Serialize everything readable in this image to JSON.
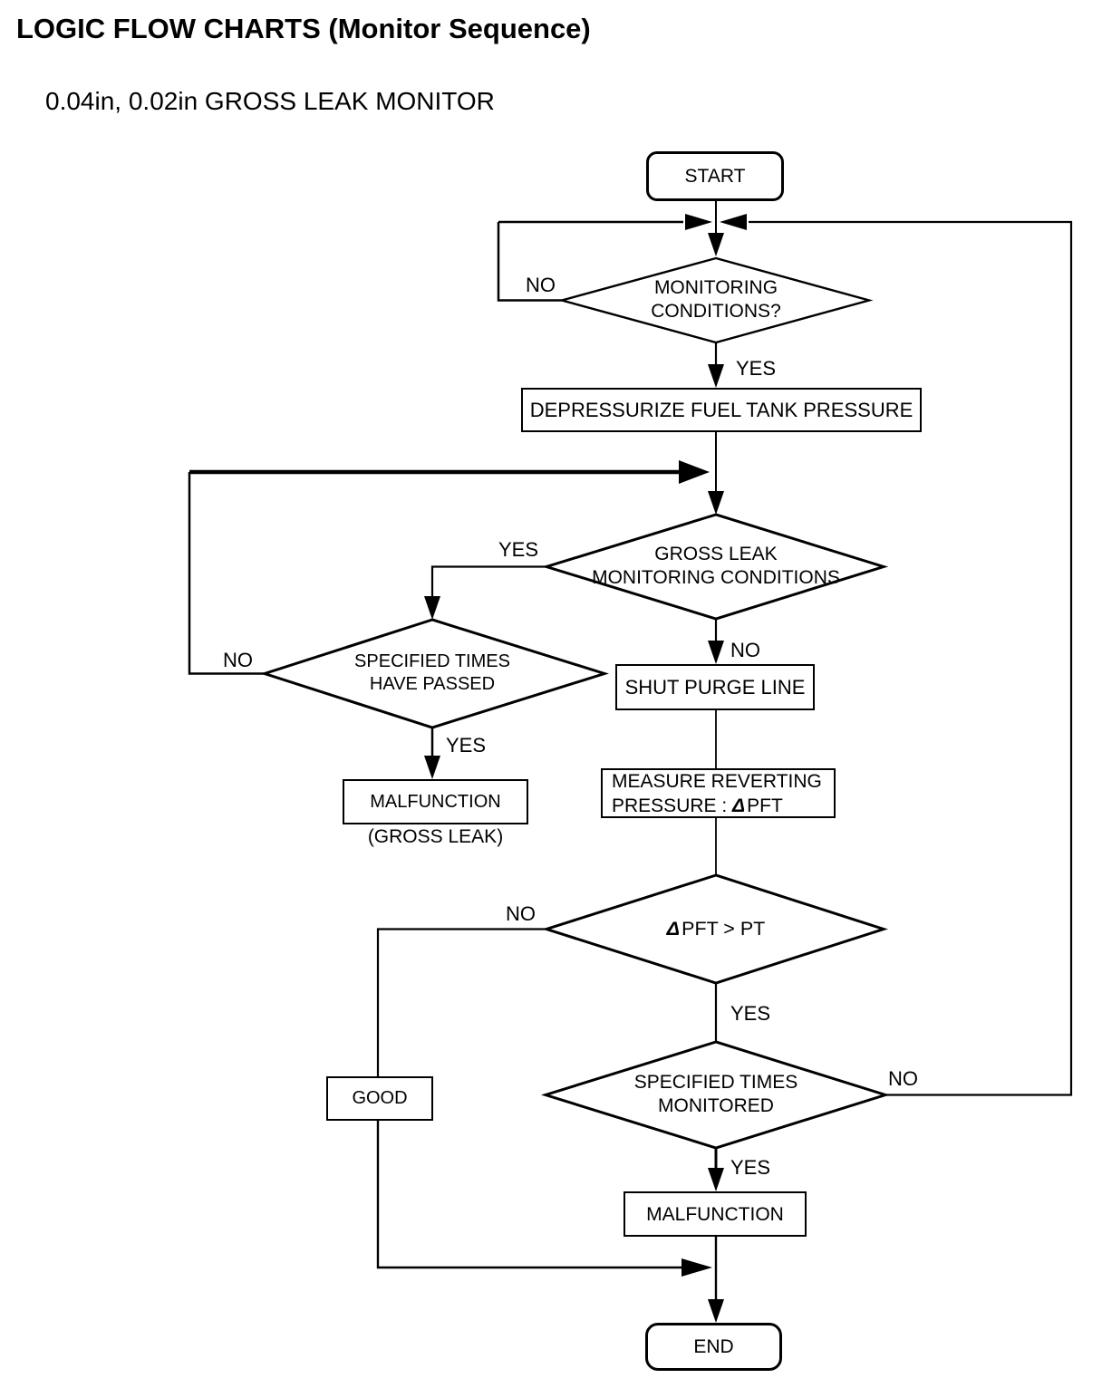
{
  "header": {
    "title": "LOGIC FLOW CHARTS (Monitor Sequence)",
    "subtitle": "0.04in, 0.02in GROSS LEAK MONITOR"
  },
  "nodes": {
    "start": "START",
    "monitoring_conditions": {
      "line1": "MONITORING",
      "line2": "CONDITIONS?"
    },
    "depressurize": "DEPRESSURIZE FUEL TANK PRESSURE",
    "gross_leak_conditions": {
      "line1": "GROSS LEAK",
      "line2": "MONITORING CONDITIONS"
    },
    "specified_times_passed": {
      "line1": "SPECIFIED TIMES",
      "line2": "HAVE PASSED"
    },
    "malfunction_gross_leak": {
      "label": "MALFUNCTION",
      "caption": "(GROSS LEAK)"
    },
    "shut_purge": "SHUT PURGE LINE",
    "measure_reverting": {
      "line1": "MEASURE REVERTING",
      "line2_prefix": "PRESSURE : ",
      "delta": "Δ",
      "line2_suffix": "PFT"
    },
    "dpft_gt_pt": {
      "delta": "Δ",
      "rest": "PFT > PT"
    },
    "good": "GOOD",
    "specified_times_monitored": {
      "line1": "SPECIFIED TIMES",
      "line2": "MONITORED"
    },
    "malfunction": "MALFUNCTION",
    "end": "END"
  },
  "labels": {
    "monitoring_no": "NO",
    "monitoring_yes": "YES",
    "gross_leak_yes": "YES",
    "gross_leak_no": "NO",
    "times_passed_no": "NO",
    "times_passed_yes": "YES",
    "dpft_no": "NO",
    "dpft_yes": "YES",
    "times_monitored_no": "NO",
    "times_monitored_yes": "YES"
  },
  "colors": {
    "line": "#000000",
    "background": "#ffffff"
  }
}
